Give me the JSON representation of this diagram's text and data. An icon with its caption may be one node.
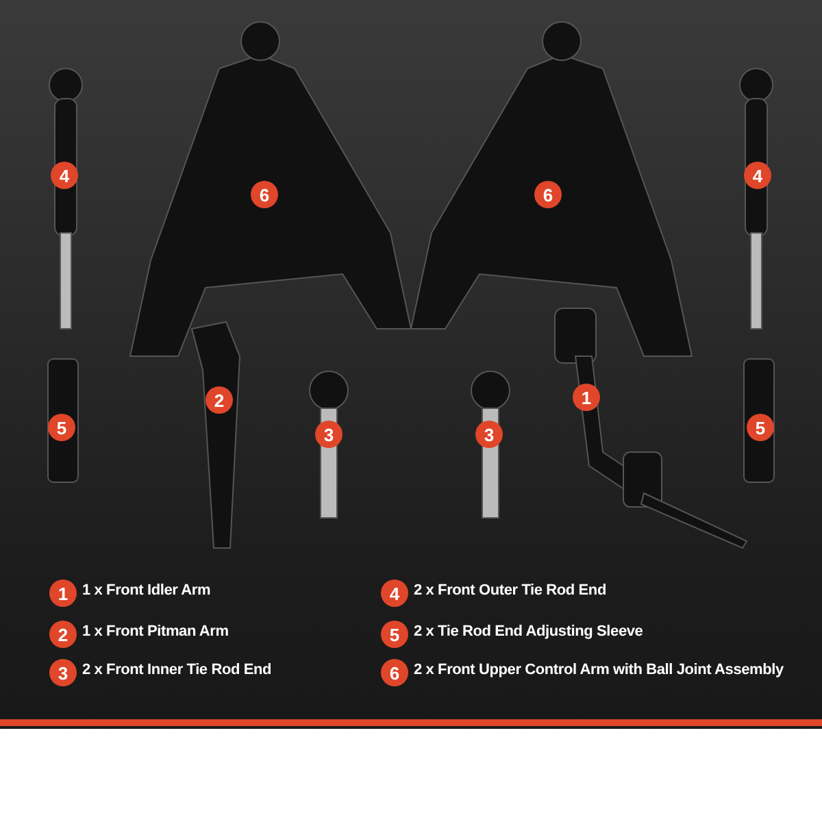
{
  "diagram": {
    "labels": [
      "4",
      "6",
      "6",
      "4",
      "5",
      "2",
      "3",
      "3",
      "1",
      "5",
      "1",
      "1 x Front Idler Arm",
      "4",
      "2 x Front Outer Tie Rod End",
      "2",
      "1 x Front Pitman Arm",
      "5",
      "2 x Tie Rod End Adjusting Sleeve",
      "3",
      "2 x Front Inner Tie Rod End",
      "6",
      "2 x Front Upper Control Arm with Ball Joint Assembly"
    ]
  }
}
